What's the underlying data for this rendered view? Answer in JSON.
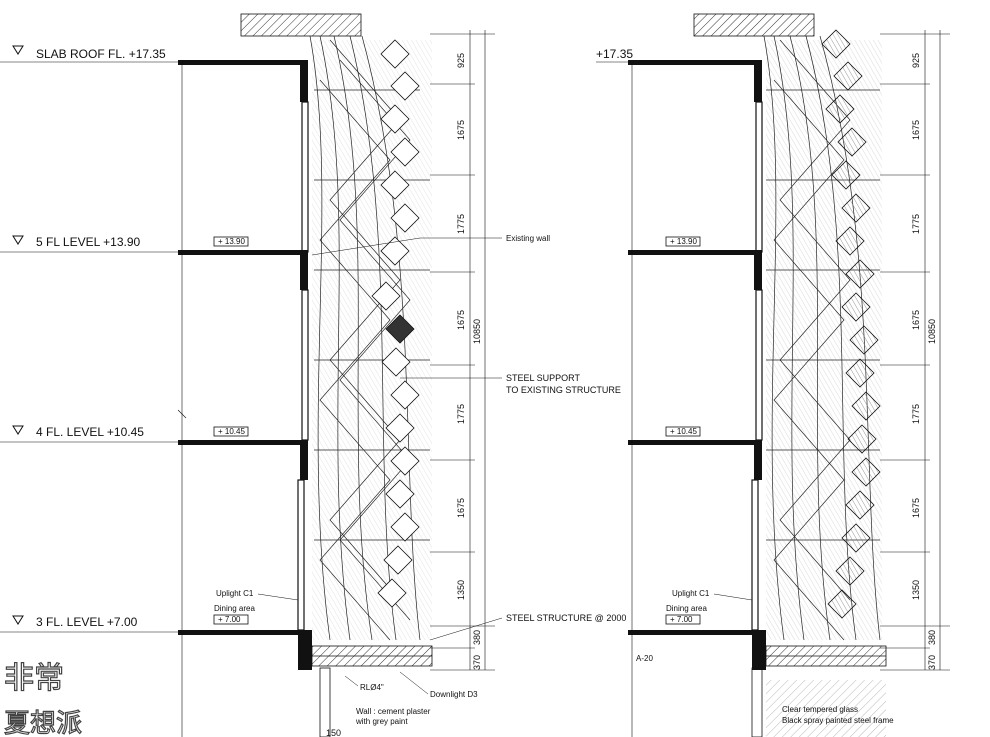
{
  "levels": {
    "roof": "SLAB ROOF FL. +17.35",
    "fl5": "5 FL LEVEL +13.90",
    "fl4": "4 FL. LEVEL +10.45",
    "fl3": "3 FL. LEVEL +7.00",
    "roof_right": "+17.35"
  },
  "tags": {
    "t1390": "+ 13.90",
    "t1045": "+ 10.45",
    "t700": "+ 7.00"
  },
  "callouts": {
    "existing_wall": "Existing wall",
    "steel_support_1": "STEEL SUPPORT",
    "steel_support_2": "TO EXISTING STRUCTURE",
    "steel_structure": "STEEL STRUCTURE @ 2000",
    "uplight": "Uplight C1",
    "dining": "Dining area",
    "rl": "RLØ4\"",
    "downlight": "Downlight D3",
    "wall_1": "Wall : cement plaster",
    "wall_2": "with grey paint",
    "glass": "Clear tempered glass",
    "frame": "Black spray painted steel frame",
    "a20": "A-20",
    "d150": "150"
  },
  "dimensions": {
    "segments": [
      "925",
      "1675",
      "1775",
      "1675",
      "1775",
      "1675",
      "1350",
      "380",
      "370"
    ],
    "total": "10850"
  },
  "logo": {
    "line1": "非常",
    "line2": "夏想派"
  }
}
